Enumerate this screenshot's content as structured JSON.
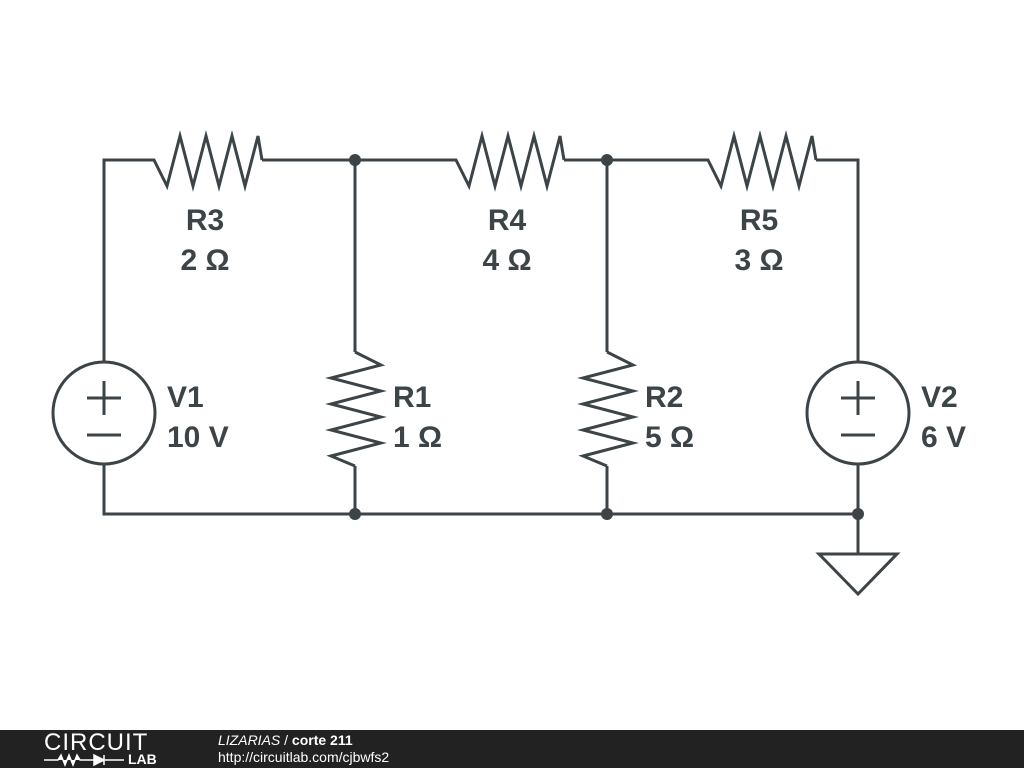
{
  "diagram": {
    "components": [
      {
        "id": "R3",
        "label": "R3",
        "value": "2 Ω"
      },
      {
        "id": "R4",
        "label": "R4",
        "value": "4 Ω"
      },
      {
        "id": "R5",
        "label": "R5",
        "value": "3 Ω"
      },
      {
        "id": "R1",
        "label": "R1",
        "value": "1 Ω"
      },
      {
        "id": "R2",
        "label": "R2",
        "value": "5 Ω"
      },
      {
        "id": "V1",
        "label": "V1",
        "value": "10 V"
      },
      {
        "id": "V2",
        "label": "V2",
        "value": "6 V"
      }
    ],
    "source_plus": "+",
    "source_minus": "−"
  },
  "footer": {
    "logo_text": "CIRCUIT",
    "logo_sub": "LAB",
    "author": "LIZARIAS",
    "separator": " / ",
    "title": "corte 211",
    "url": "http://circuitlab.com/cjbwfs2"
  },
  "colors": {
    "ink": "#3d4448",
    "footer_bg": "#222222",
    "background": "#ffffff"
  }
}
